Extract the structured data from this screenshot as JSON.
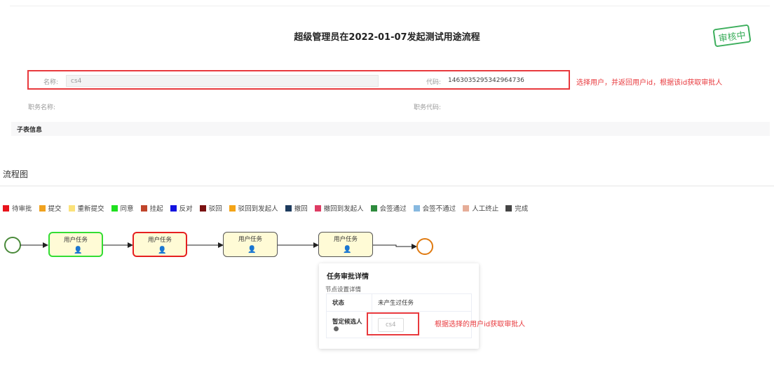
{
  "page": {
    "title": "超级管理员在2022-01-07发起测试用途流程",
    "stamp": "审核中"
  },
  "form": {
    "name_label": "名称:",
    "name_value": "cs4",
    "code_label": "代码:",
    "code_value": "1463035295342964736",
    "job_name_label": "职务名称:",
    "job_code_label": "职务代码:",
    "note_select_user": "选择用户，并返回用户id，根据该id获取审批人"
  },
  "subtable": {
    "label": "子表信息"
  },
  "flow": {
    "title": "流程图",
    "legend": [
      {
        "label": "待审批",
        "color": "#e8141c"
      },
      {
        "label": "提交",
        "color": "#f0a21f"
      },
      {
        "label": "重新提交",
        "color": "#fbe27a"
      },
      {
        "label": "同意",
        "color": "#1fe01f"
      },
      {
        "label": "挂起",
        "color": "#c0452b"
      },
      {
        "label": "反对",
        "color": "#1313e0"
      },
      {
        "label": "驳回",
        "color": "#7a1111"
      },
      {
        "label": "驳回到发起人",
        "color": "#f4a417"
      },
      {
        "label": "撤回",
        "color": "#1d3b5e"
      },
      {
        "label": "撤回到发起人",
        "color": "#de3c63"
      },
      {
        "label": "会签通过",
        "color": "#2e8b3d"
      },
      {
        "label": "会签不通过",
        "color": "#87b9e0"
      },
      {
        "label": "人工终止",
        "color": "#e6ad98"
      },
      {
        "label": "完成",
        "color": "#444444"
      }
    ],
    "tasks": [
      {
        "label": "用户任务",
        "border": "#33dd33"
      },
      {
        "label": "用户任务",
        "border": "#e62020"
      },
      {
        "label": "用户任务",
        "border": "#555555"
      },
      {
        "label": "用户任务",
        "border": "#555555"
      }
    ],
    "start_color": "#4a8a3a",
    "end_color": "#e07a10"
  },
  "popup": {
    "title": "任务审批详情",
    "subtitle": "节点设置详情",
    "status_label": "状态",
    "status_value": "未产生过任务",
    "candidate_label": "暂定候选人",
    "candidate_value": "cs4",
    "note": "根据选择的用户id获取审批人"
  }
}
